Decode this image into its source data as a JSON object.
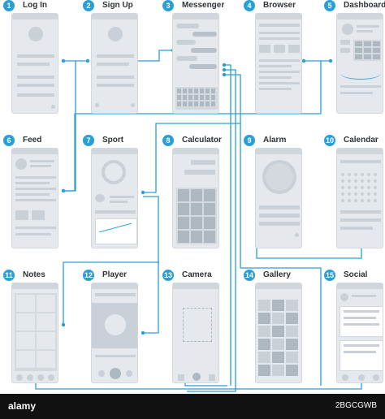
{
  "screens": [
    {
      "number": "1",
      "title": "Log In",
      "kind": "login"
    },
    {
      "number": "2",
      "title": "Sign Up",
      "kind": "signup"
    },
    {
      "number": "3",
      "title": "Messenger",
      "kind": "messenger"
    },
    {
      "number": "4",
      "title": "Browser",
      "kind": "browser"
    },
    {
      "number": "5",
      "title": "Dashboard",
      "kind": "dashboard"
    },
    {
      "number": "6",
      "title": "Feed",
      "kind": "feed"
    },
    {
      "number": "7",
      "title": "Sport",
      "kind": "sport"
    },
    {
      "number": "8",
      "title": "Calculator",
      "kind": "calculator"
    },
    {
      "number": "9",
      "title": "Alarm",
      "kind": "alarm"
    },
    {
      "number": "10",
      "title": "Calendar",
      "kind": "calendar"
    },
    {
      "number": "11",
      "title": "Notes",
      "kind": "notes"
    },
    {
      "number": "12",
      "title": "Player",
      "kind": "player"
    },
    {
      "number": "13",
      "title": "Camera",
      "kind": "camera"
    },
    {
      "number": "14",
      "title": "Gallery",
      "kind": "gallery"
    },
    {
      "number": "15",
      "title": "Social",
      "kind": "social"
    }
  ],
  "footer": {
    "watermark": "alamy",
    "image_code": "2BGCGWB"
  },
  "colors": {
    "connector": "#2a9fd6",
    "badge": "#2a9fd6",
    "screen": "#e5e9ed",
    "element": "#c9d0d7"
  }
}
